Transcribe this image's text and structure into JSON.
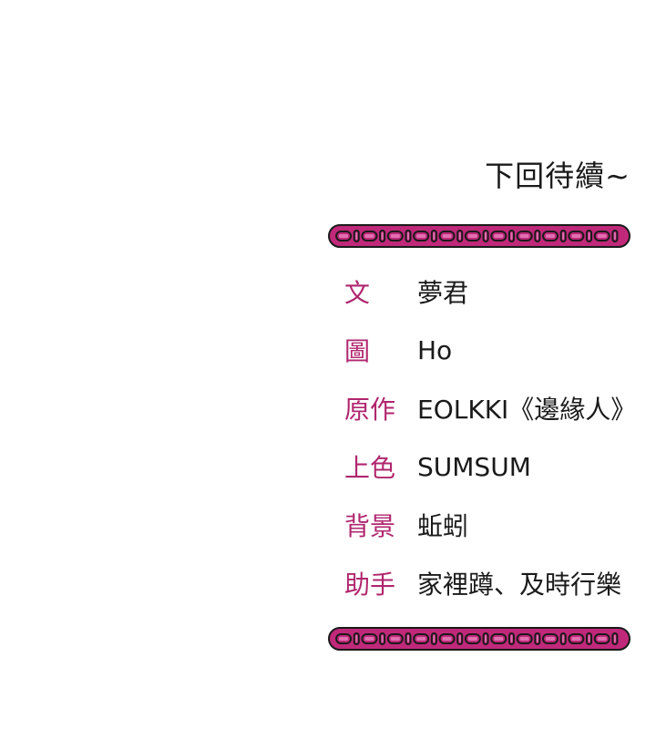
{
  "footer": {
    "continued_label": "下回待續~"
  },
  "credits": [
    {
      "role": "文",
      "value": "夢君"
    },
    {
      "role": "圖",
      "value": "Ho"
    },
    {
      "role": "原作",
      "value": "EOLKKI《邊緣人》"
    },
    {
      "role": "上色",
      "value": "SUMSUM"
    },
    {
      "role": "背景",
      "value": "蚯蚓"
    },
    {
      "role": "助手",
      "value": "家裡蹲、及時行樂"
    }
  ],
  "colors": {
    "chain_outer": "#1a1a1a",
    "chain_fill": "#c0287a",
    "chain_link": "#e070b0",
    "role_text": "#b0266e",
    "value_text": "#1a1a1a",
    "background": "#ffffff"
  }
}
